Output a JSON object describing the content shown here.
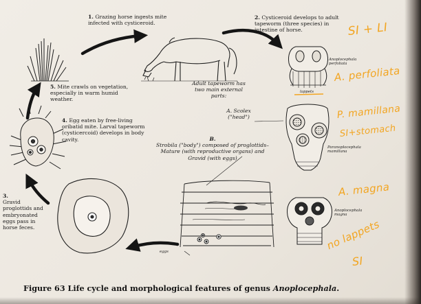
{
  "steps": {
    "s1": {
      "num": "1.",
      "text": "Grazing horse ingests mite infected with cysticeroid."
    },
    "s2": {
      "num": "2.",
      "text": "Cysticeroid develops to adult tapeworm (three species) in intestine of horse."
    },
    "s3": {
      "num": "3.",
      "text": "Gravid proglottids and embryonated eggs pass in horse feces."
    },
    "s4": {
      "num": "4.",
      "text": "Egg eaten by free-living oribatid mite. Larval tapeworm (cysticercoid) develops in body cavity."
    },
    "s5": {
      "num": "5.",
      "text": "Mite crawls on vegetation, especially in warm humid weather."
    }
  },
  "center": {
    "intro": "Adult tapeworm has two main external parts:",
    "a_label": "A. Scolex",
    "a_sub": "(\"head\")",
    "b_label": "B.",
    "b_text": "Strobila (\"body\") composed of proglottids– Mature (with reproductive organs) and Gravid (with eggs)"
  },
  "labels": {
    "perfoliata_1": "Anoplocephala",
    "perfoliata_2": "perfoliata",
    "lappets": "lappets",
    "mamillana_1": "Paranoplocephala",
    "mamillana_2": "mamillana",
    "magna_1": "Anoplocephala",
    "magna_2": "magna",
    "eggs": "eggs"
  },
  "annotations": {
    "a1": "SI + LI",
    "a2": "A. perfoliata",
    "a3": "P. mamillana",
    "a4": "SI+stomach",
    "a5": "A. magna",
    "a6": "no lappets",
    "a7": "SI"
  },
  "caption": {
    "prefix": "Figure 63 Life cycle and morphological features of genus ",
    "genus": "Anoplocephala",
    "suffix": "."
  },
  "colors": {
    "ink": "#1b1b1b",
    "highlighter": "#f2a521",
    "paper": "#efeae3"
  }
}
